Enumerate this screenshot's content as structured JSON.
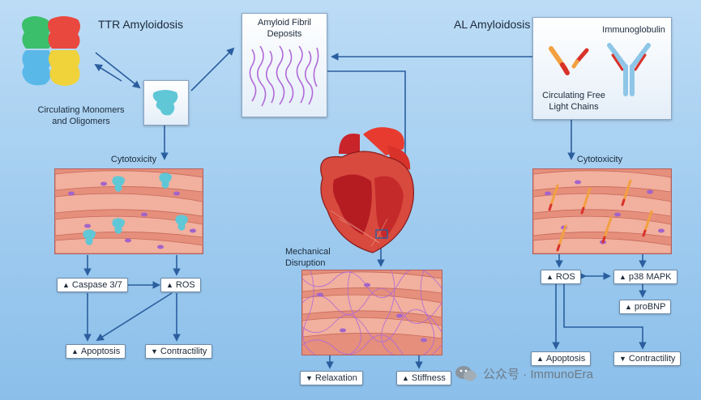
{
  "titles": {
    "ttr": "TTR Amyloidosis",
    "al": "AL Amyloidosis"
  },
  "labels": {
    "monomers": "Circulating Monomers\nand Oligomers",
    "fibril": "Amyloid Fibril\nDeposits",
    "immunoglobulin": "Immunoglobulin",
    "light_chains": "Circulating Free\nLight Chains",
    "cytotoxicity_left": "Cytotoxicity",
    "cytotoxicity_right": "Cytotoxicity",
    "mechanical": "Mechanical\nDisruption"
  },
  "boxes": {
    "caspase": {
      "dir": "▲",
      "text": "Caspase 3/7"
    },
    "ros_left": {
      "dir": "▲",
      "text": "ROS"
    },
    "apoptosis_left": {
      "dir": "▲",
      "text": "Apoptosis"
    },
    "contractility_left": {
      "dir": "▼",
      "text": "Contractility"
    },
    "relaxation": {
      "dir": "▼",
      "text": "Relaxation"
    },
    "stiffness": {
      "dir": "▲",
      "text": "Stiffness"
    },
    "ros_right": {
      "dir": "▲",
      "text": "ROS"
    },
    "p38": {
      "dir": "▲",
      "text": "p38 MAPK"
    },
    "probnp": {
      "dir": "▲",
      "text": "proBNP"
    },
    "apoptosis_right": {
      "dir": "▲",
      "text": "Apoptosis"
    },
    "contractility_right": {
      "dir": "▼",
      "text": "Contractility"
    }
  },
  "watermark": "公众号 · ImmunoEra",
  "colors": {
    "background": "#a9d2f2",
    "arrow": "#2b5e9e",
    "fibril": "#b06ad8",
    "tissue": "#e58f7c",
    "heart_red": "#c8242a",
    "light_chain_orange": "#f2a040",
    "immunoglobulin_blue": "#8ec6e8"
  }
}
